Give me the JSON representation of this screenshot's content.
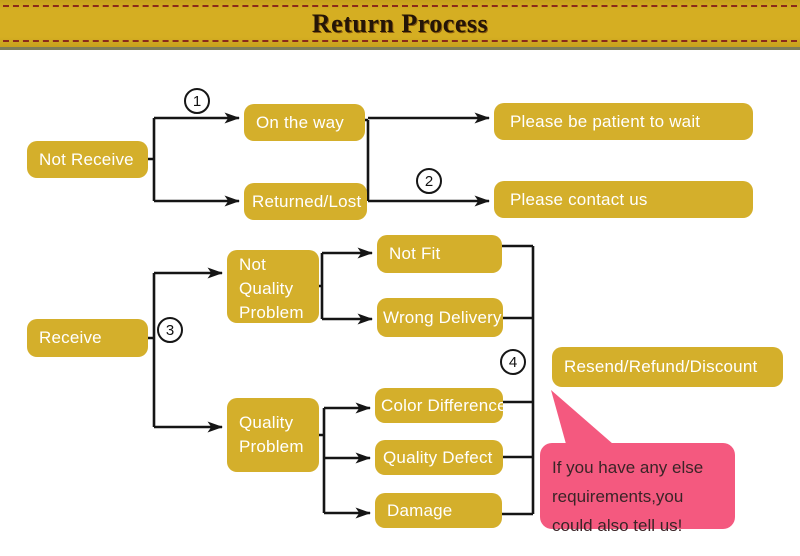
{
  "header": {
    "title": "Return Process"
  },
  "badges": {
    "b1": "1",
    "b2": "2",
    "b3": "3",
    "b4": "4"
  },
  "nodes": {
    "not_receive": "Not Receive",
    "on_the_way": "On the way",
    "returned_lost": "Returned/Lost",
    "be_patient": "Please be patient to wait",
    "contact_us": "Please contact us",
    "receive": "Receive",
    "not_quality_problem": "Not Quality Problem",
    "quality_problem": "Quality Problem",
    "not_fit": "Not Fit",
    "wrong_delivery": "Wrong Delivery",
    "color_difference": "Color Difference",
    "quality_defect": "Quality Defect",
    "damage": "Damage",
    "resend": "Resend/Refund/Discount"
  },
  "bubble": {
    "line1": "If you have any else",
    "line2": "requirements,you",
    "line3": "could also tell us!"
  },
  "colors": {
    "banner_gold": "#d5ae22",
    "banner_dash": "#8a2a1a",
    "box_gold": "#d4af2b",
    "box_text": "#ffffff",
    "connector": "#151515",
    "bubble_pink": "#f4597f",
    "bubble_text": "#3a2427"
  }
}
